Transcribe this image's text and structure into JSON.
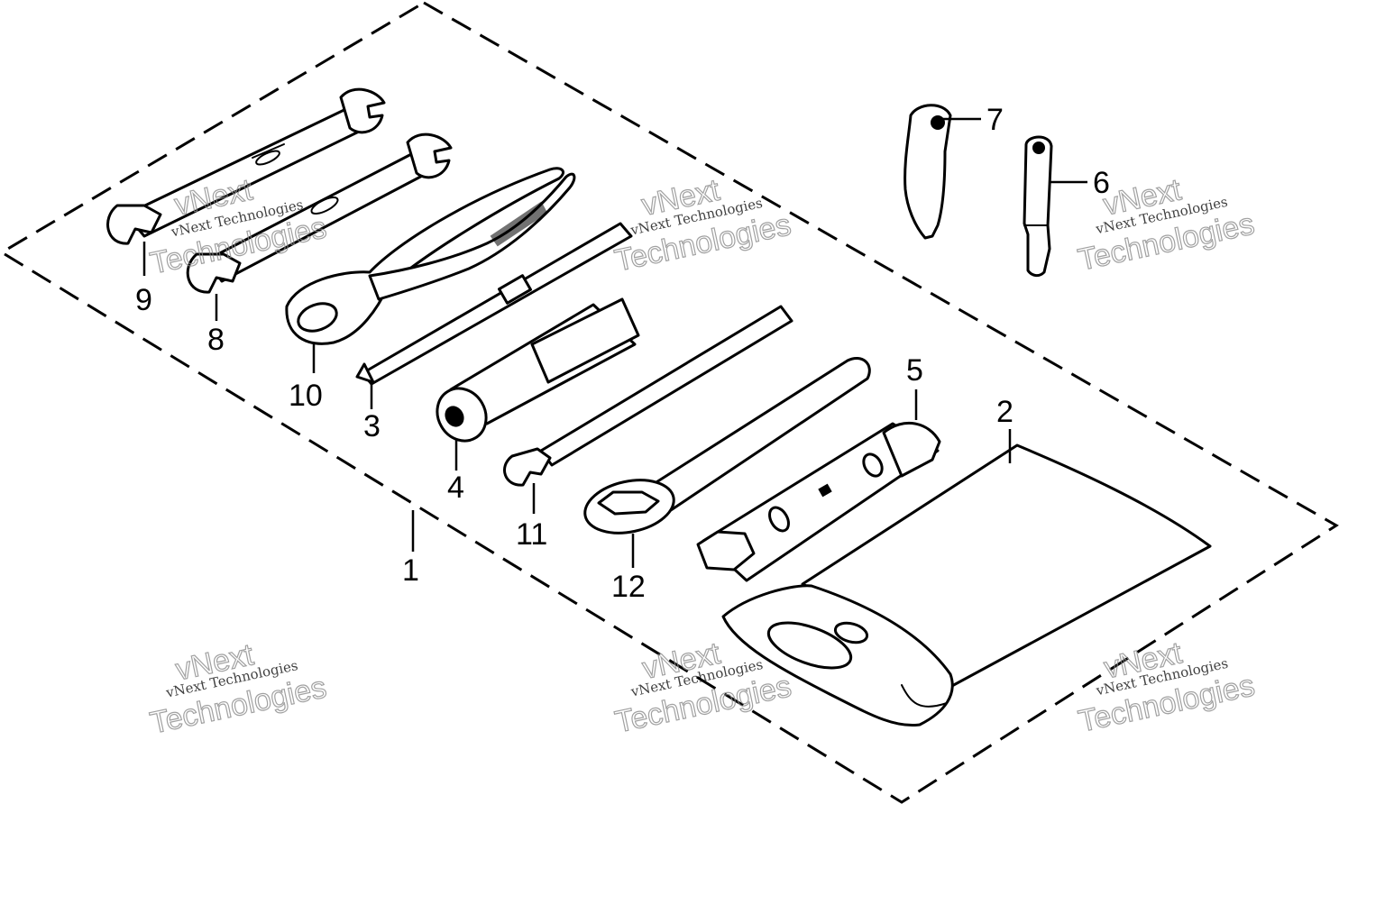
{
  "callouts": [
    {
      "id": "1",
      "label": "1"
    },
    {
      "id": "2",
      "label": "2"
    },
    {
      "id": "3",
      "label": "3"
    },
    {
      "id": "4",
      "label": "4"
    },
    {
      "id": "5",
      "label": "5"
    },
    {
      "id": "6",
      "label": "6"
    },
    {
      "id": "7",
      "label": "7"
    },
    {
      "id": "8",
      "label": "8"
    },
    {
      "id": "9",
      "label": "9"
    },
    {
      "id": "10",
      "label": "10"
    },
    {
      "id": "11",
      "label": "11"
    },
    {
      "id": "12",
      "label": "12"
    }
  ],
  "watermark": {
    "line1": "vNext Technologies",
    "line2": "Technologies",
    "line3": "vNext"
  },
  "colors": {
    "ink": "#000000",
    "background": "#ffffff",
    "watermark": "#8a8a8a"
  }
}
